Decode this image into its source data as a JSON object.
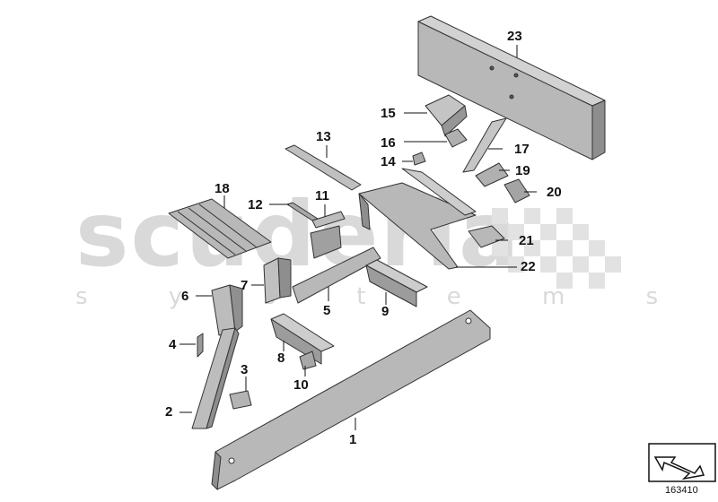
{
  "watermark": {
    "brand": "scuderia",
    "tagline": "s y s t e m s"
  },
  "callouts": [
    "1",
    "2",
    "3",
    "4",
    "5",
    "6",
    "7",
    "8",
    "9",
    "10",
    "11",
    "12",
    "13",
    "14",
    "15",
    "16",
    "17",
    "18",
    "19",
    "20",
    "21",
    "22",
    "23"
  ],
  "figure_number": "163410",
  "nav_icon": "arrow-nav-icon",
  "colors": {
    "part_fill": "#b8b8b8",
    "part_dark": "#8e8e8e",
    "part_light": "#d2d2d2",
    "outline": "#333333",
    "watermark": "#d9d9d9"
  }
}
